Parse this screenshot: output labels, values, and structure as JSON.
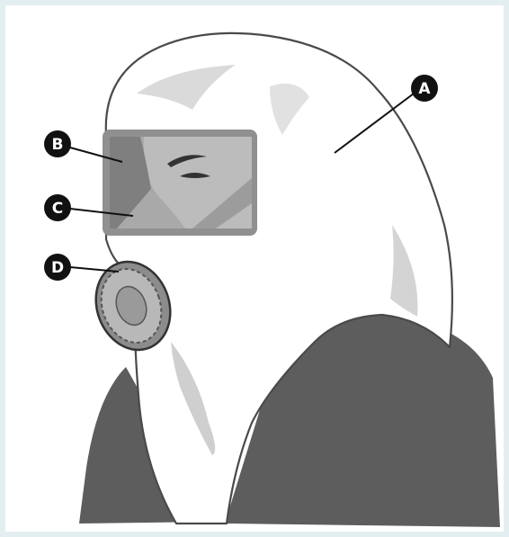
{
  "diagram": {
    "callouts": [
      {
        "id": "A",
        "label": "A"
      },
      {
        "id": "B",
        "label": "B"
      },
      {
        "id": "C",
        "label": "C"
      },
      {
        "id": "D",
        "label": "D"
      }
    ],
    "colors": {
      "hood": "#ffffff",
      "hood_outline": "#4a4a4a",
      "hood_shading": "#d4d4d4",
      "shoulders": "#5d5d5d",
      "visor_frame": "#909090",
      "visor_glass": "#a9a9a9",
      "callout_fill": "#111111",
      "background": "#e3eef0"
    }
  }
}
